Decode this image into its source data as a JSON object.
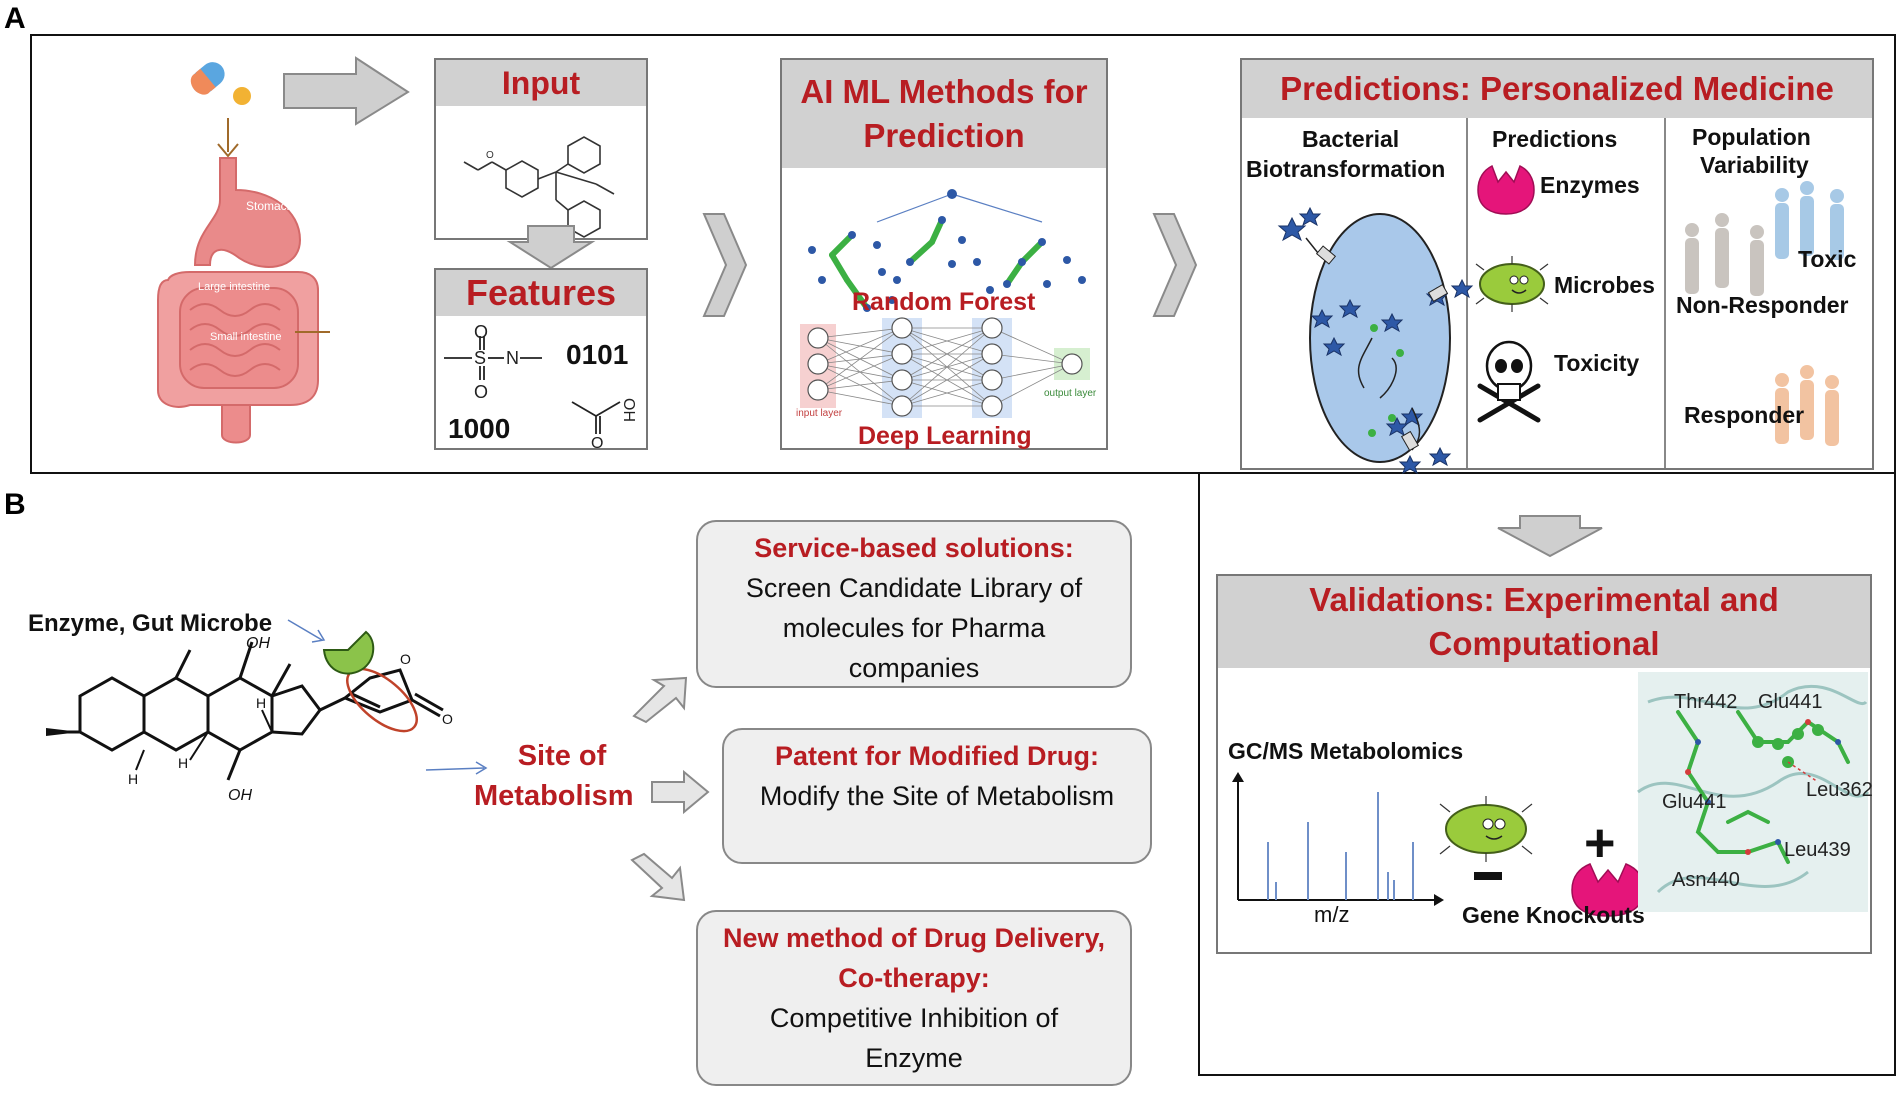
{
  "panels": {
    "a": "A",
    "b": "B"
  },
  "gut": {
    "stomach": "Stomach",
    "large_intestine": "Large intestine",
    "small_intestine": "Small intestine"
  },
  "input": {
    "title": "Input"
  },
  "features": {
    "title": "Features",
    "bits1": "0101",
    "bits2": "1000"
  },
  "ai": {
    "title_line1": "AI ML Methods for",
    "title_line2": "Prediction",
    "random_forest": "Random Forest",
    "deep_learning": "Deep Learning",
    "input_layer": "input layer",
    "output_layer": "output layer"
  },
  "predictions": {
    "title": "Predictions: Personalized Medicine",
    "bacterial_line1": "Bacterial",
    "bacterial_line2": "Biotransformation",
    "predictions_label": "Predictions",
    "enzymes": "Enzymes",
    "microbes": "Microbes",
    "toxicity": "Toxicity",
    "population_line1": "Population",
    "population_line2": "Variability",
    "toxic": "Toxic",
    "non_responder": "Non-Responder",
    "responder": "Responder"
  },
  "validations": {
    "title_line1": "Validations: Experimental and",
    "title_line2": "Computational",
    "gcms": "GC/MS Metabolomics",
    "mz": "m/z",
    "gene_knockouts": "Gene Knockouts",
    "residues": [
      "Thr442",
      "Glu441",
      "Glu441",
      "Leu362",
      "Leu439",
      "Asn440"
    ]
  },
  "panel_b": {
    "enzyme_label": "Enzyme, Gut Microbe",
    "site_line1": "Site of",
    "site_line2": "Metabolism",
    "oh": "OH",
    "h": "H",
    "o": "O",
    "service_title": "Service-based solutions:",
    "service_body": [
      "Screen Candidate Library of",
      "molecules for Pharma",
      "companies"
    ],
    "patent_title": "Patent for Modified Drug:",
    "patent_body": [
      "Modify the Site of Metabolism"
    ],
    "delivery_title": [
      "New method of Drug Delivery,",
      "Co-therapy:"
    ],
    "delivery_body": [
      "Competitive Inhibition of",
      "Enzyme"
    ]
  },
  "colors": {
    "accent_red": "#b81d22",
    "header_gray": "#d1d1d1",
    "cell_blue": "#a9c8ea",
    "enzyme_pink": "#e5157a",
    "microbe_green": "#9acb3c",
    "tree_green": "#3cb043"
  }
}
